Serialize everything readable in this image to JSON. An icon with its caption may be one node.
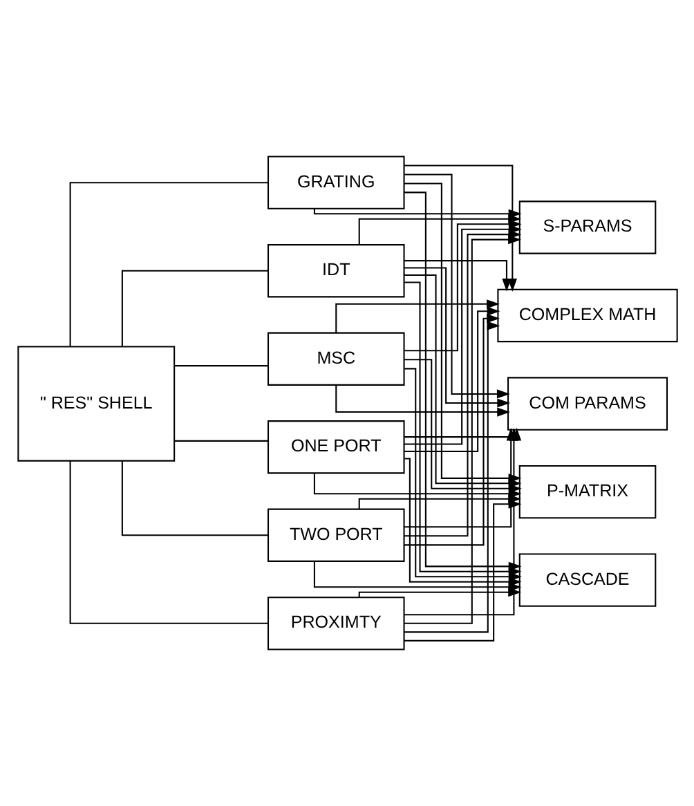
{
  "diagram": {
    "nodes": [
      {
        "text": [
          "\" RES\" SHELL"
        ]
      },
      {
        "text": [
          "GRATING"
        ]
      },
      {
        "text": [
          "IDT"
        ]
      },
      {
        "text": [
          "MSC"
        ]
      },
      {
        "text": [
          "ONE PORT"
        ]
      },
      {
        "text": [
          "TWO PORT"
        ]
      },
      {
        "text": [
          "PROXIMTY"
        ]
      },
      {
        "text": [
          "COMPLEX MATH"
        ]
      },
      {
        "text": [
          "COM PARAMS"
        ]
      },
      {
        "text": [
          "P-MATRIX"
        ]
      },
      {
        "text": [
          "CASCADE"
        ]
      },
      {
        "text": [
          "S-PARAMS"
        ]
      }
    ],
    "edges": [
      {
        "from": 0,
        "to": 1,
        "arrow": "none"
      },
      {
        "from": 0,
        "to": 2,
        "arrow": "none"
      },
      {
        "from": 0,
        "to": 3,
        "arrow": "none"
      },
      {
        "from": 0,
        "to": 4,
        "arrow": "none"
      },
      {
        "from": 0,
        "to": 5,
        "arrow": "none"
      },
      {
        "from": 0,
        "to": 6,
        "arrow": "none"
      },
      {
        "from": 1,
        "to": 7,
        "arrow": "to"
      },
      {
        "from": 1,
        "to": 8,
        "arrow": "to"
      },
      {
        "from": 1,
        "to": 9,
        "arrow": "to"
      },
      {
        "from": 1,
        "to": 10,
        "arrow": "to"
      },
      {
        "from": 1,
        "to": 11,
        "arrow": "to"
      },
      {
        "from": 2,
        "to": 7,
        "arrow": "to"
      },
      {
        "from": 2,
        "to": 8,
        "arrow": "to"
      },
      {
        "from": 2,
        "to": 9,
        "arrow": "to"
      },
      {
        "from": 2,
        "to": 10,
        "arrow": "to"
      },
      {
        "from": 2,
        "to": 11,
        "arrow": "to"
      },
      {
        "from": 3,
        "to": 7,
        "arrow": "to"
      },
      {
        "from": 3,
        "to": 8,
        "arrow": "to"
      },
      {
        "from": 3,
        "to": 9,
        "arrow": "to"
      },
      {
        "from": 3,
        "to": 10,
        "arrow": "to"
      },
      {
        "from": 3,
        "to": 11,
        "arrow": "to"
      },
      {
        "from": 4,
        "to": 7,
        "arrow": "to"
      },
      {
        "from": 4,
        "to": 8,
        "arrow": "to"
      },
      {
        "from": 4,
        "to": 9,
        "arrow": "to"
      },
      {
        "from": 4,
        "to": 10,
        "arrow": "to"
      },
      {
        "from": 4,
        "to": 11,
        "arrow": "to"
      },
      {
        "from": 5,
        "to": 7,
        "arrow": "to"
      },
      {
        "from": 5,
        "to": 8,
        "arrow": "to"
      },
      {
        "from": 5,
        "to": 9,
        "arrow": "to"
      },
      {
        "from": 5,
        "to": 10,
        "arrow": "to"
      },
      {
        "from": 5,
        "to": 11,
        "arrow": "to"
      },
      {
        "from": 6,
        "to": 7,
        "arrow": "to"
      },
      {
        "from": 6,
        "to": 8,
        "arrow": "to"
      },
      {
        "from": 6,
        "to": 9,
        "arrow": "to"
      },
      {
        "from": 6,
        "to": 10,
        "arrow": "to"
      },
      {
        "from": 6,
        "to": 11,
        "arrow": "to"
      }
    ]
  }
}
